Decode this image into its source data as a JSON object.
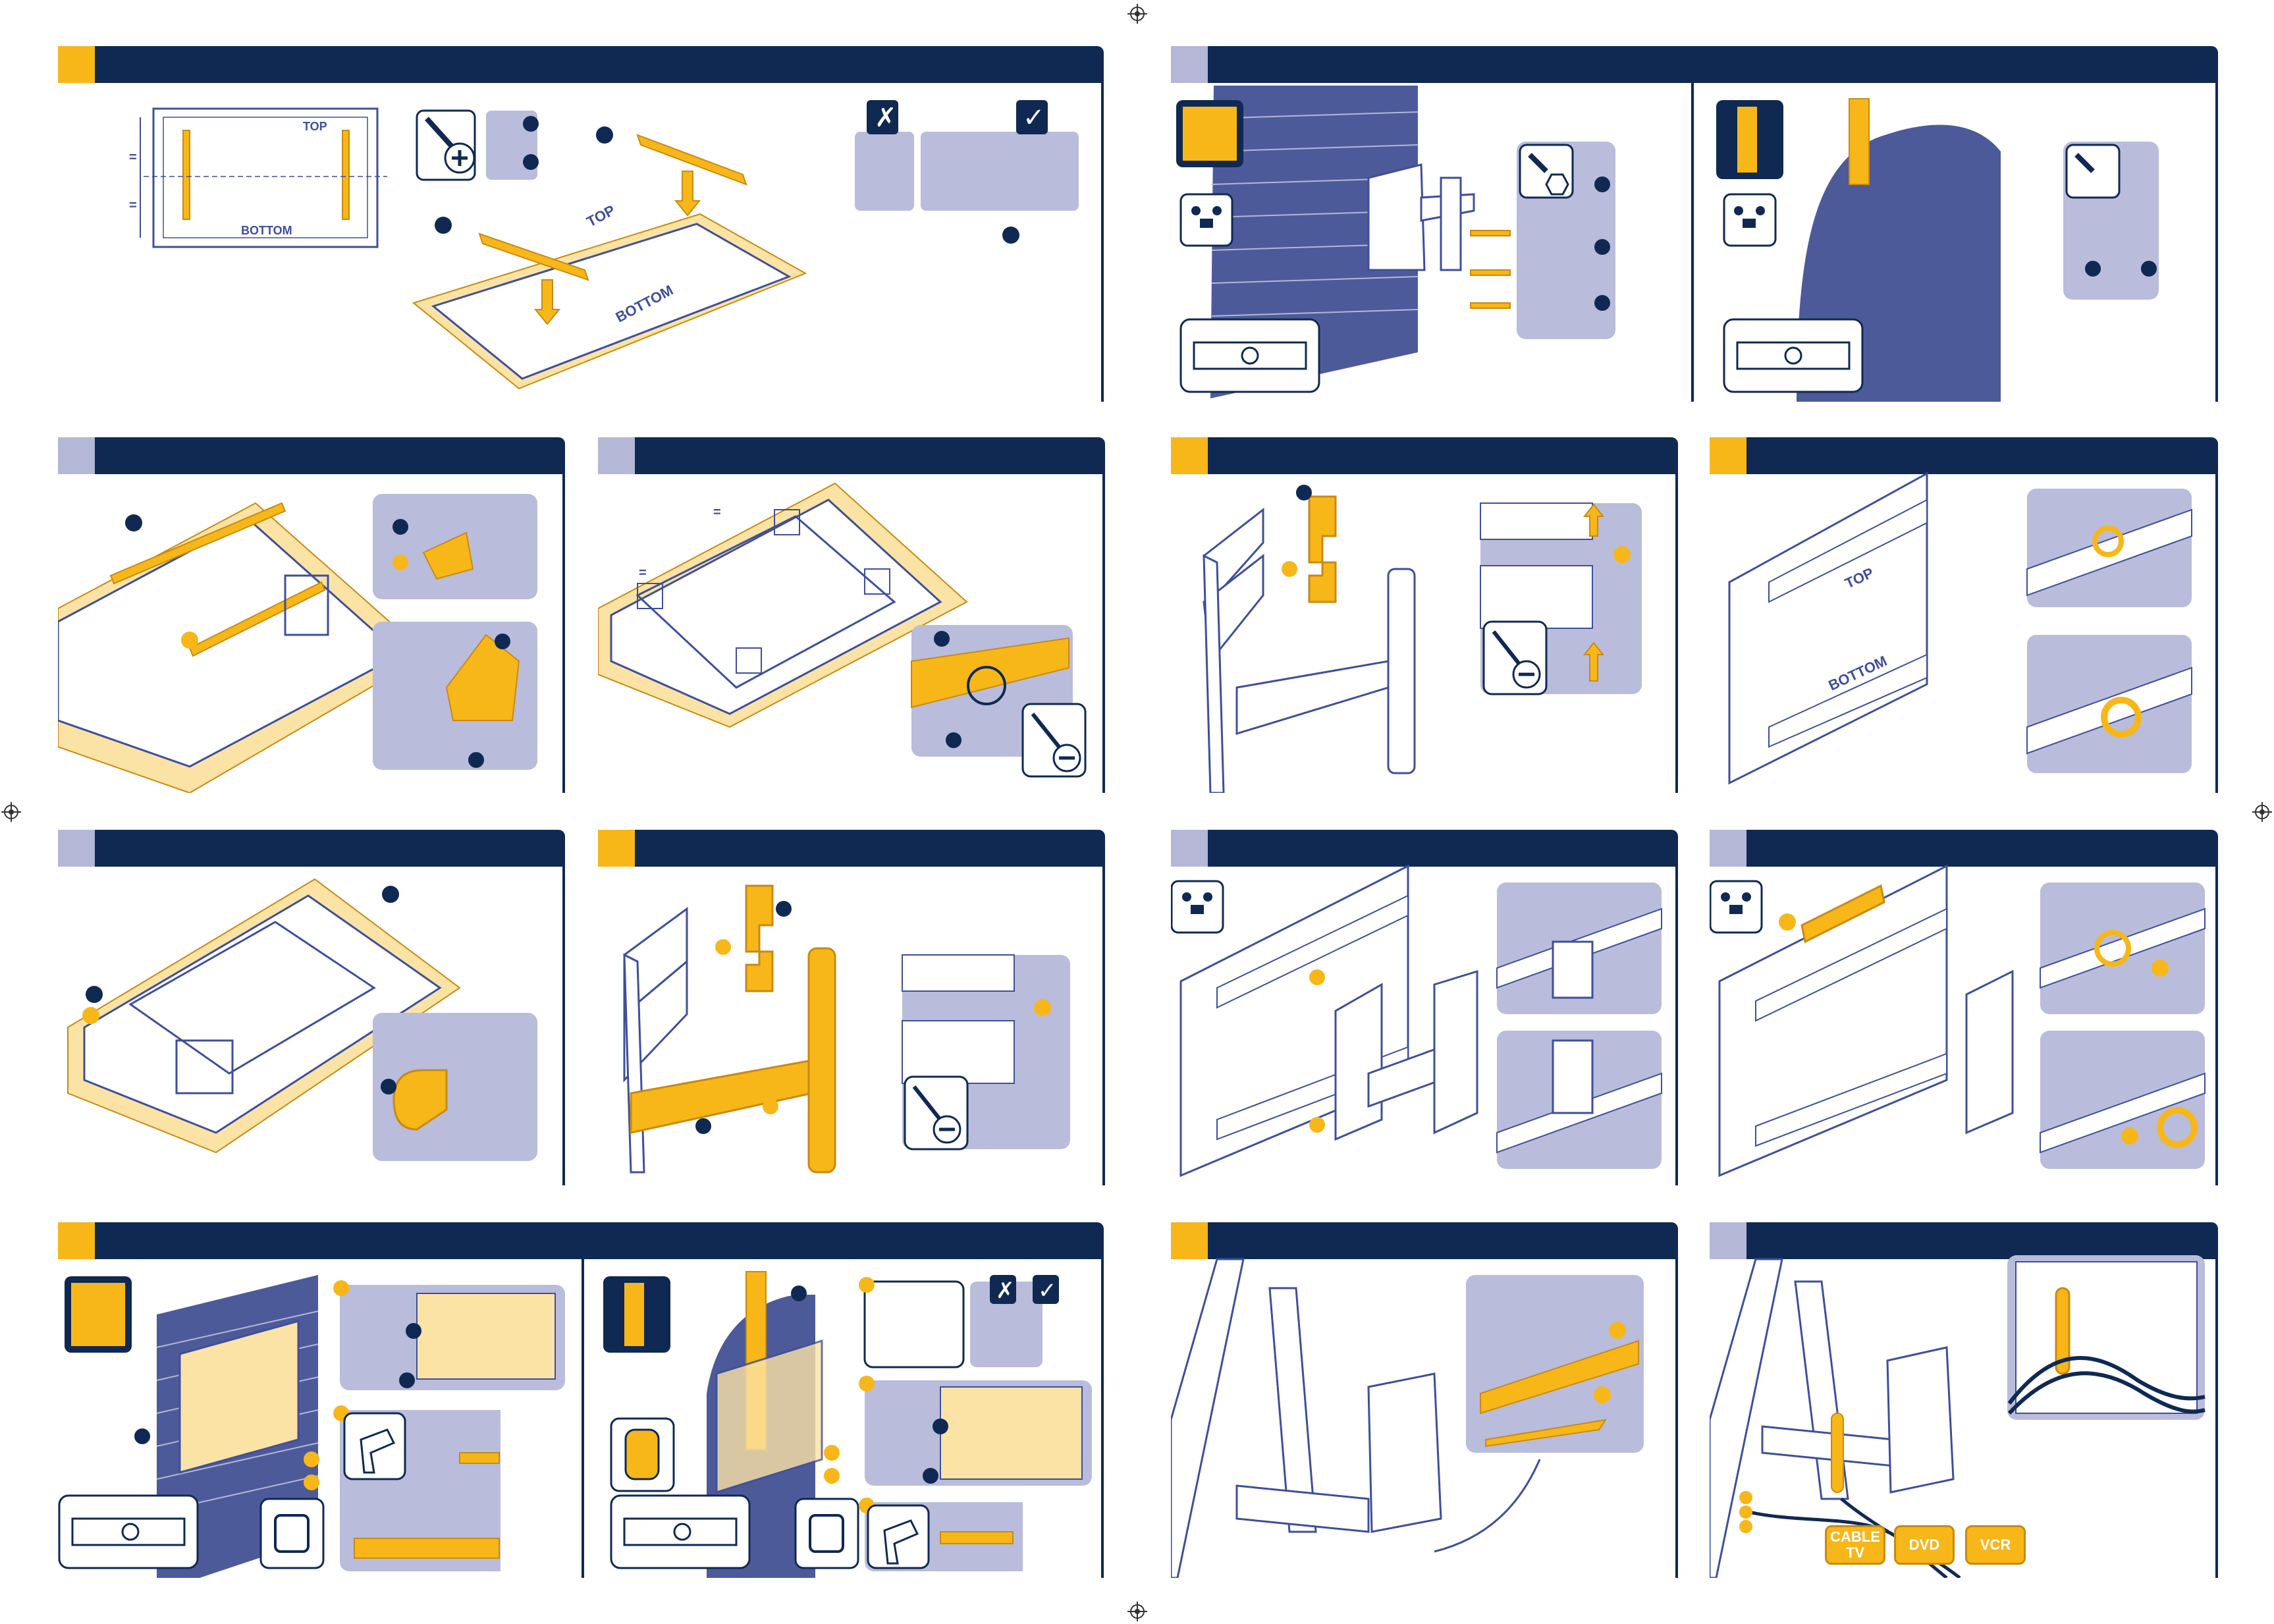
{
  "labels": {
    "top": "TOP",
    "bottom": "BOTTOM",
    "equal": "="
  },
  "marks": {
    "wrong": "✗",
    "right": "✓"
  },
  "devices": [
    "CABLE TV",
    "DVD",
    "VCR"
  ],
  "colors": {
    "navy": "#0f2952",
    "yellow": "#f7b719",
    "lavender": "#b4b7d6",
    "panel_fill": "#b9bcdb",
    "wall_blue": "#4d5a9a",
    "cream": "#fbe3a5"
  },
  "icons": [
    "registration-mark-icon",
    "screwdriver-plus-icon",
    "screwdriver-flat-icon",
    "wrench-icon",
    "two-person-lift-icon",
    "spirit-level-icon",
    "brick-wall-icon",
    "wood-stud-icon",
    "drill-icon",
    "stud-finder-icon",
    "plug-socket-icon"
  ]
}
